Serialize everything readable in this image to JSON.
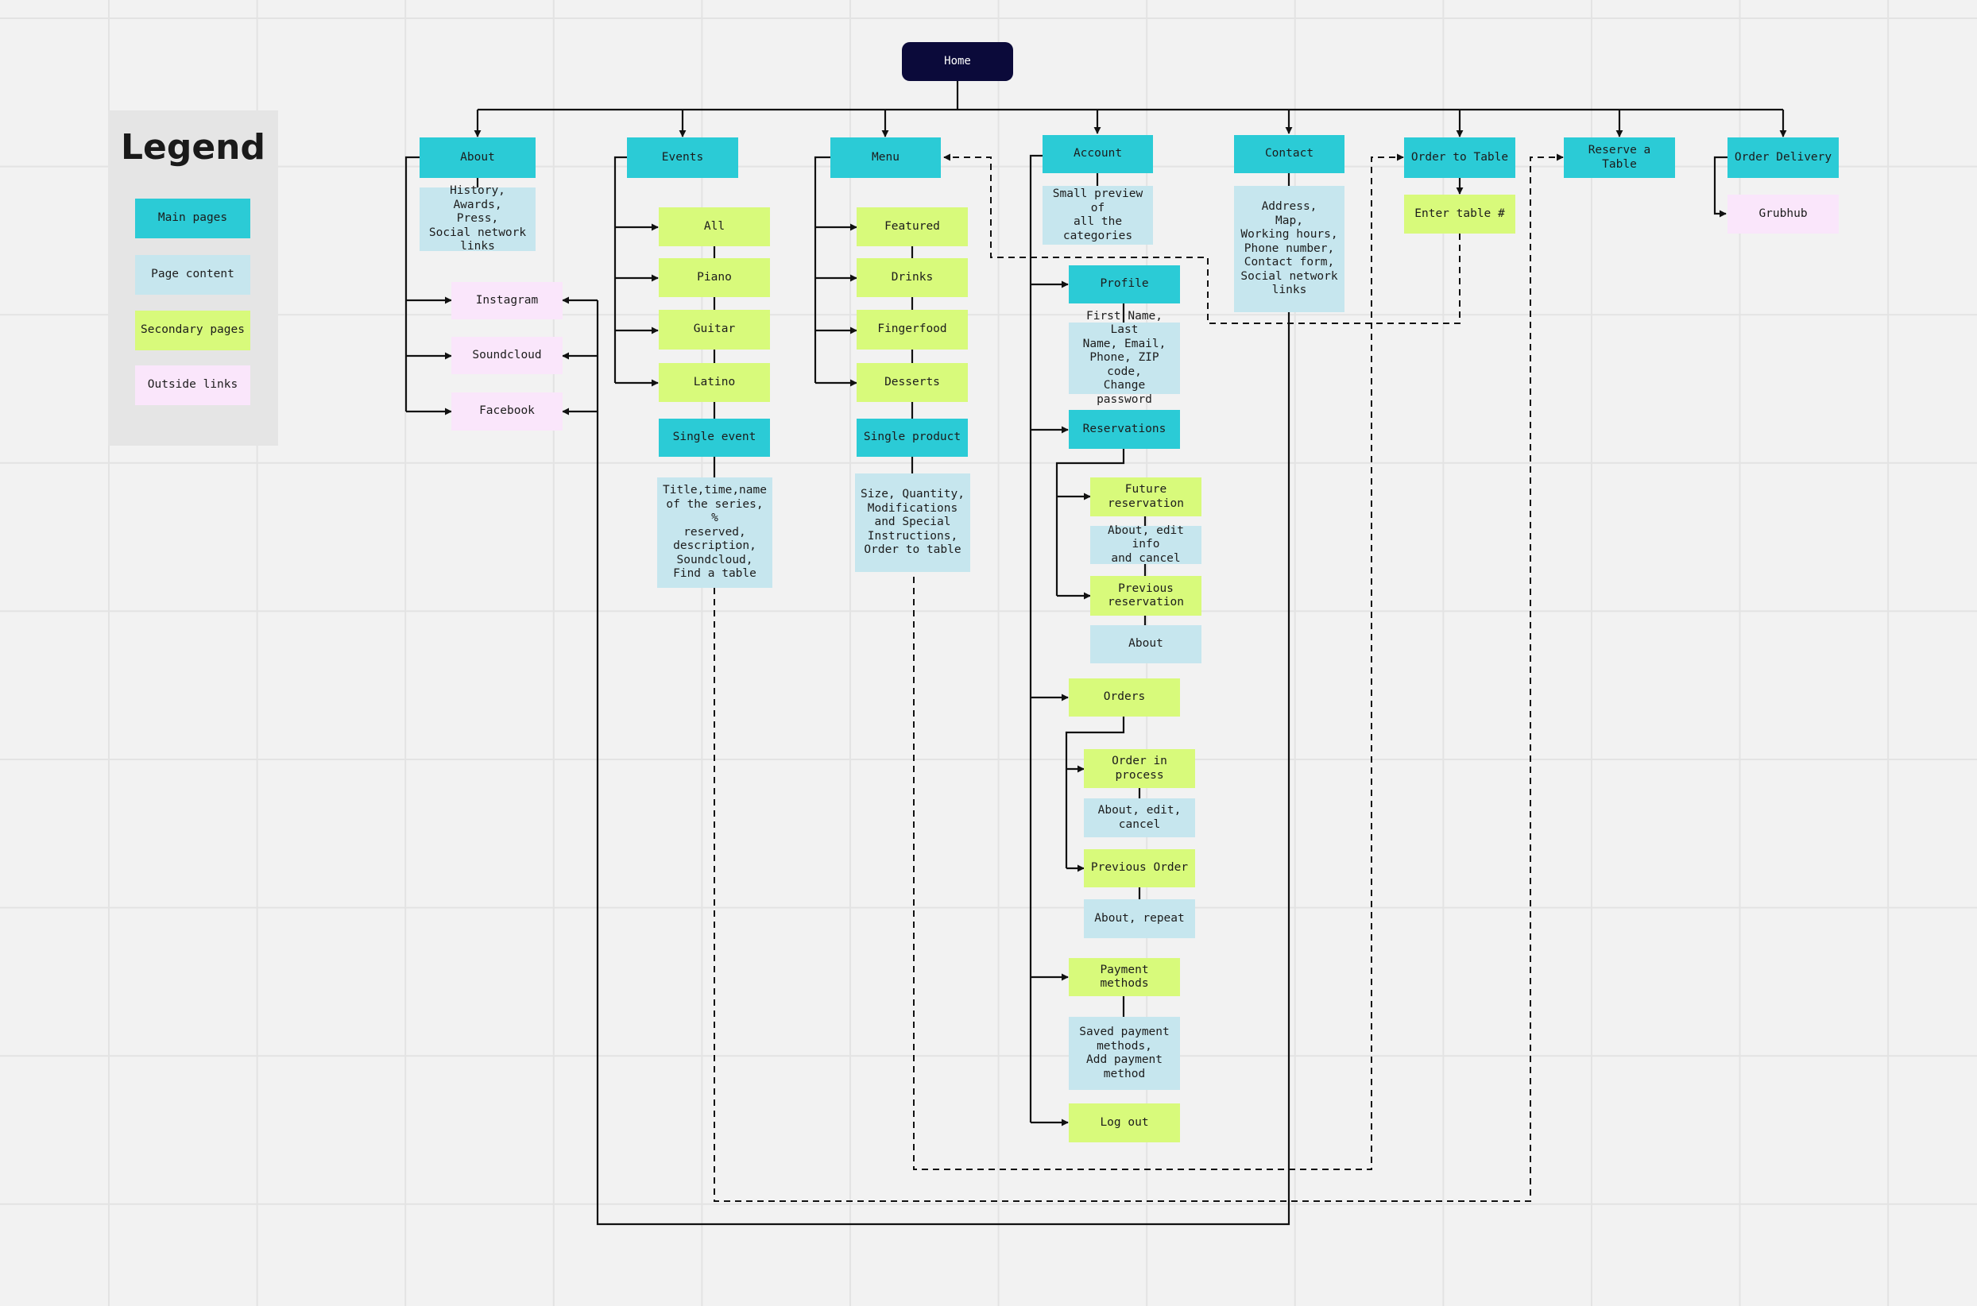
{
  "legend": {
    "title": "Legend",
    "items": {
      "main": "Main pages",
      "content": "Page content",
      "secondary": "Secondary pages",
      "outside": "Outside links"
    }
  },
  "colors": {
    "main": "#2bcbd6",
    "content": "#c6e6ee",
    "secondary": "#d8fa7b",
    "outside": "#fae6fb",
    "home": "#0b0a3a",
    "legend_panel": "#e5e5e5",
    "grid": "#e3e3e3"
  },
  "nodes": {
    "home": "Home",
    "about": "About",
    "about_content": "History, Awards,\nPress,\nSocial network\nlinks",
    "instagram": "Instagram",
    "soundcloud": "Soundcloud",
    "facebook": "Facebook",
    "events": "Events",
    "events_all": "All",
    "events_piano": "Piano",
    "events_guitar": "Guitar",
    "events_latino": "Latino",
    "single_event": "Single event",
    "single_event_content": "Title,time,name\nof the series, %\nreserved,\ndescription,\nSoundcloud,\nFind a table",
    "menu": "Menu",
    "menu_featured": "Featured",
    "menu_drinks": "Drinks",
    "menu_fingerfood": "Fingerfood",
    "menu_desserts": "Desserts",
    "single_product": "Single product",
    "single_product_content": "Size, Quantity,\nModifications\nand Special\nInstructions,\nOrder to table",
    "account": "Account",
    "account_content": "Small preview of\nall the\ncategories",
    "profile": "Profile",
    "profile_content": "First Name, Last\nName, Email,\nPhone, ZIP code,\nChange password",
    "reservations": "Reservations",
    "future_reservation": "Future\nreservation",
    "future_reservation_content": "About, edit info\nand cancel",
    "previous_reservation": "Previous\nreservation",
    "previous_reservation_content": "About",
    "orders": "Orders",
    "order_in_process": "Order in process",
    "order_in_process_content": "About, edit,\ncancel",
    "previous_order": "Previous Order",
    "previous_order_content": "About, repeat",
    "payment_methods": "Payment methods",
    "payment_methods_content": "Saved payment\nmethods,\nAdd payment\nmethod",
    "log_out": "Log out",
    "contact": "Contact",
    "contact_content": "Address,\nMap,\nWorking hours,\nPhone number,\nContact form,\nSocial network\nlinks",
    "order_to_table": "Order to Table",
    "enter_table": "Enter table #",
    "reserve_table": "Reserve a Table",
    "order_delivery": "Order Delivery",
    "grubhub": "Grubhub"
  }
}
